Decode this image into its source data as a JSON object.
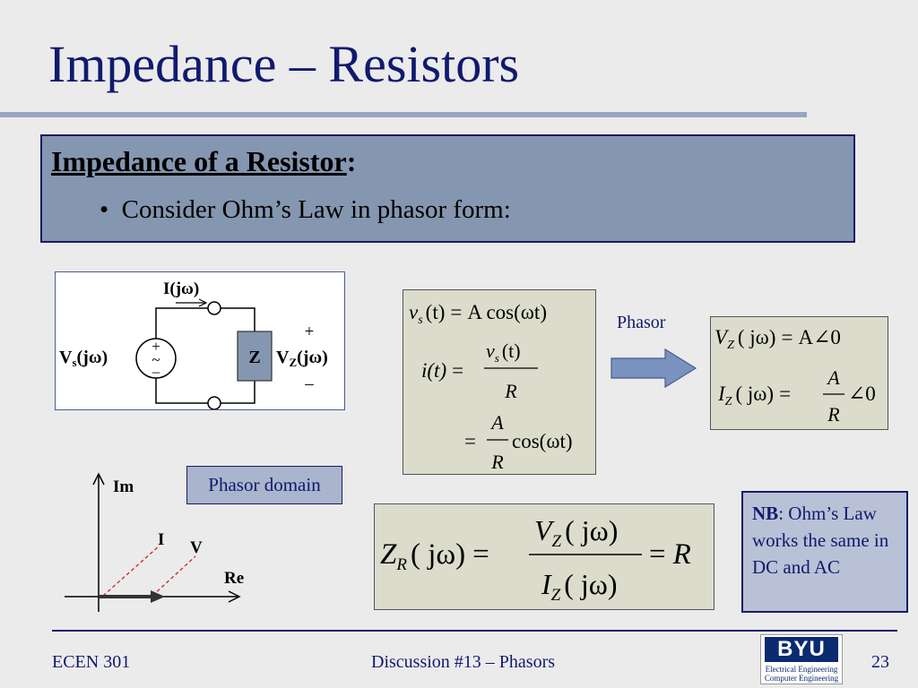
{
  "title": "Impedance – Resistors",
  "callout": {
    "heading": "Impedance of a Resistor",
    "heading_suffix": ":",
    "bullet": "Consider Ohm’s Law in phasor form:"
  },
  "circuit": {
    "current_label": "I(jω)",
    "source_label": "V",
    "source_sub": "s",
    "source_arg": "(jω)",
    "source_plus": "+",
    "source_tilde": "~",
    "source_minus": "–",
    "load_label": "Z",
    "load_voltage": "V",
    "load_voltage_sub": "Z",
    "load_voltage_arg": "(jω)",
    "plus_sign": "+",
    "minus_sign": "–"
  },
  "time_domain_eqs": {
    "line1": {
      "lhs_var": "v",
      "lhs_sub": "s",
      "lhs_arg": "(t)",
      "eq": "=",
      "rhs": "A cos(ωt)"
    },
    "line2": {
      "lhs": "i(t)",
      "eq": "=",
      "num_var": "v",
      "num_sub": "s",
      "num_arg": "(t)",
      "den": "R"
    },
    "line3": {
      "eq": "=",
      "num": "A",
      "den": "R",
      "tail": "cos(ωt)"
    }
  },
  "phasor_label": "Phasor",
  "phasor_eqs": {
    "line1": {
      "var": "V",
      "sub": "Z",
      "arg": "( jω)",
      "eq": "=",
      "rhs": "A∠0"
    },
    "line2": {
      "var": "I",
      "sub": "Z",
      "arg": "( jω)",
      "eq": "=",
      "num": "A",
      "den": "R",
      "tail": "∠0"
    }
  },
  "impedance_eq": {
    "lhs_var": "Z",
    "lhs_sub": "R",
    "lhs_arg": "( jω)",
    "eq": "=",
    "num_var": "V",
    "num_sub": "Z",
    "num_arg": "( jω)",
    "den_var": "I",
    "den_sub": "Z",
    "den_arg": "( jω)",
    "eq2": "=",
    "rhs": "R"
  },
  "phasor_diagram": {
    "im_label": "Im",
    "re_label": "Re",
    "i_label": "I",
    "v_label": "V",
    "axis_color": "#000000",
    "guide_color": "#cc2222"
  },
  "phasor_domain_label": "Phasor domain",
  "nb": {
    "bold": "NB",
    "text": ": Ohm’s Law works the same in DC and AC"
  },
  "footer": {
    "left": "ECEN 301",
    "center": "Discussion #13 – Phasors",
    "page": "23"
  },
  "logo": {
    "mark": "BYU",
    "line1": "Electrical Engineering",
    "line2": "Computer Engineering"
  },
  "colors": {
    "title": "#101a6e",
    "callout_bg": "#8596b0",
    "eq_box_bg": "#dcdccc",
    "arrow": "#7a92c0"
  }
}
